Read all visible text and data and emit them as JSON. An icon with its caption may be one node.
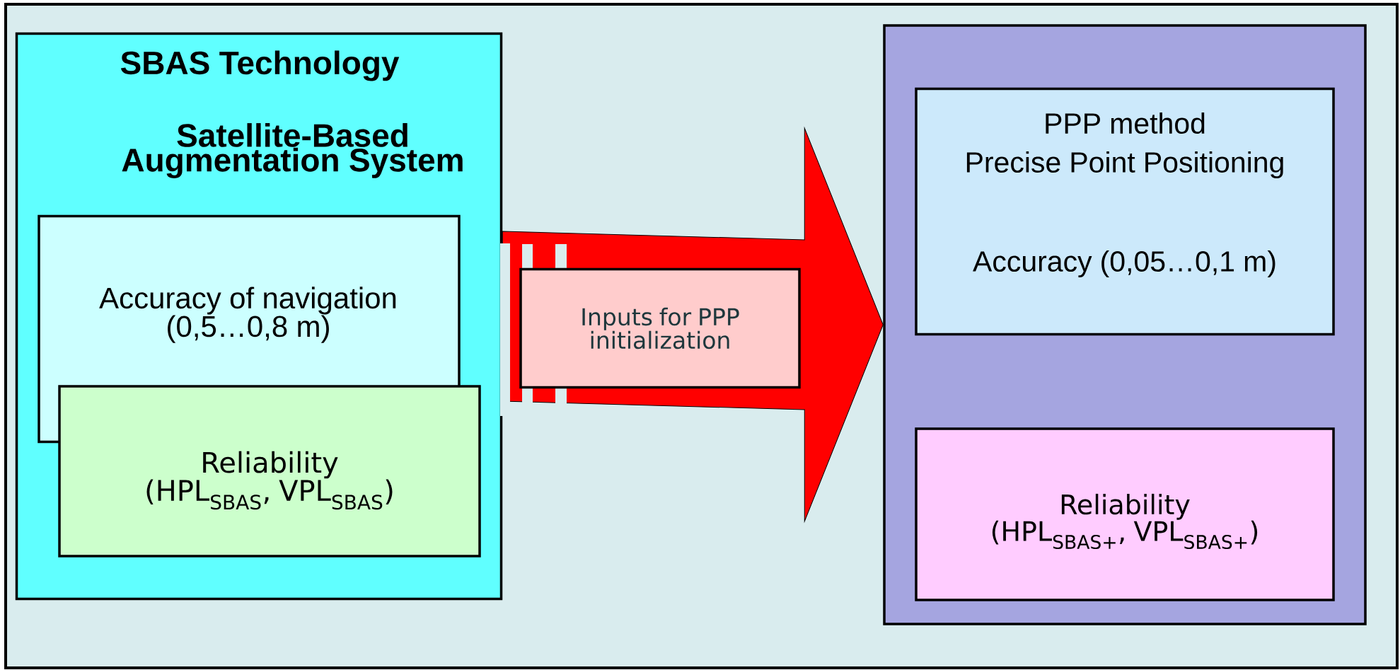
{
  "diagram": {
    "nodes": [
      {
        "text": [
          "SBAS Technology",
          "Satellite-Based Augmentation System"
        ]
      },
      {
        "text": [
          "Accuracy of navigation (0,5…0,8 m)"
        ],
        "in": 0
      },
      {
        "text": [
          "Reliability (HPL$_{SBAS}$, VPL$_{SBAS}$)"
        ],
        "in": 0
      },
      {
        "text": [],
        "shape": "box"
      },
      {
        "text": [
          "PPP method",
          "Precise Point Positioning",
          "Accuracy (0,05…0,1 m)"
        ],
        "in": 3
      },
      {
        "text": [
          "Reliability (HPL$_{SBAS+}$, VPL$_{SBAS+}$)"
        ],
        "in": 3
      }
    ],
    "edges": [
      {
        "from": 0,
        "to": 3,
        "arrow": "to",
        "label": "Inputs for PPP initialization"
      }
    ]
  }
}
